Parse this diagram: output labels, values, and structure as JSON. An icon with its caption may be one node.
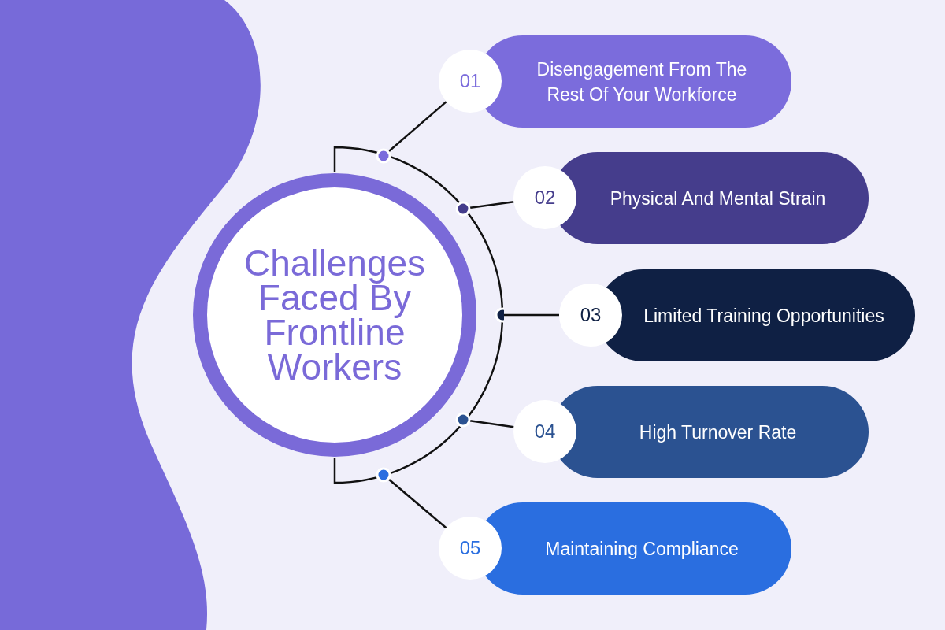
{
  "diagram": {
    "nodes": [
      {
        "text": [
          "Challenges Faced By Frontline Workers"
        ]
      },
      {
        "text": [
          "01",
          "Disengagement From The Rest Of Your Workforce"
        ]
      },
      {
        "text": [
          "02",
          "Physical And Mental Strain"
        ]
      },
      {
        "text": [
          "03",
          "Limited Training Opportunities"
        ]
      },
      {
        "text": [
          "04",
          "High Turnover Rate"
        ]
      },
      {
        "text": [
          "05",
          "Maintaining Compliance"
        ]
      }
    ],
    "edges": [
      {
        "from": 0,
        "to": 1,
        "arrow": "none"
      },
      {
        "from": 0,
        "to": 2,
        "arrow": "none"
      },
      {
        "from": 0,
        "to": 3,
        "arrow": "none"
      },
      {
        "from": 0,
        "to": 4,
        "arrow": "none"
      },
      {
        "from": 0,
        "to": 5,
        "arrow": "none"
      }
    ]
  }
}
